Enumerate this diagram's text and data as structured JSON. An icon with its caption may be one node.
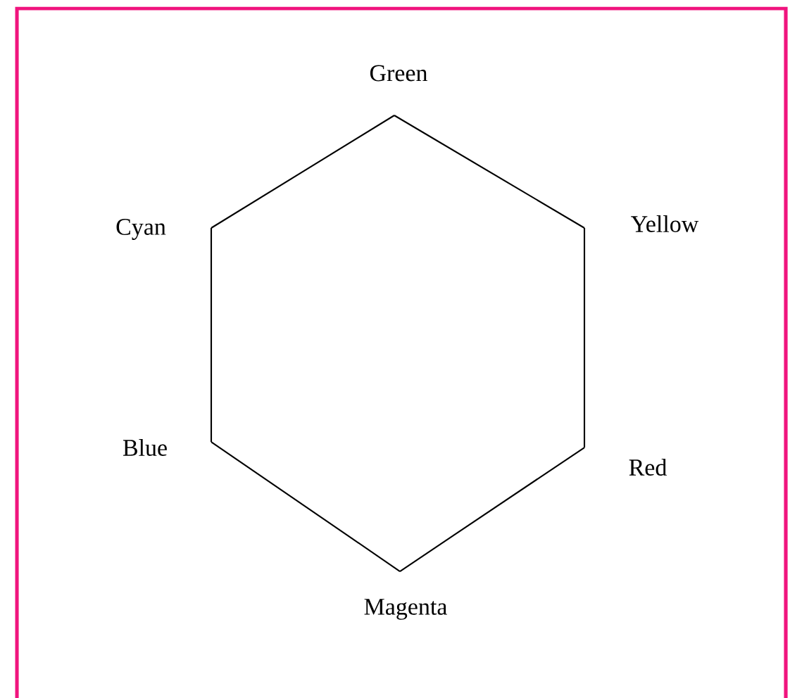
{
  "diagram": {
    "nodes": [
      {
        "text": [
          "Green"
        ]
      },
      {
        "text": [
          "Cyan"
        ]
      },
      {
        "text": [
          "Yellow"
        ]
      },
      {
        "text": [
          "Blue"
        ]
      },
      {
        "text": [
          "Red"
        ]
      },
      {
        "text": [
          "Magenta"
        ]
      }
    ],
    "edges": [
      {
        "from": 0,
        "to": 2,
        "arrow": "none"
      },
      {
        "from": 2,
        "to": 4,
        "arrow": "none"
      },
      {
        "from": 4,
        "to": 5,
        "arrow": "none"
      },
      {
        "from": 5,
        "to": 3,
        "arrow": "none"
      },
      {
        "from": 3,
        "to": 1,
        "arrow": "none"
      },
      {
        "from": 1,
        "to": 0,
        "arrow": "none"
      }
    ]
  }
}
